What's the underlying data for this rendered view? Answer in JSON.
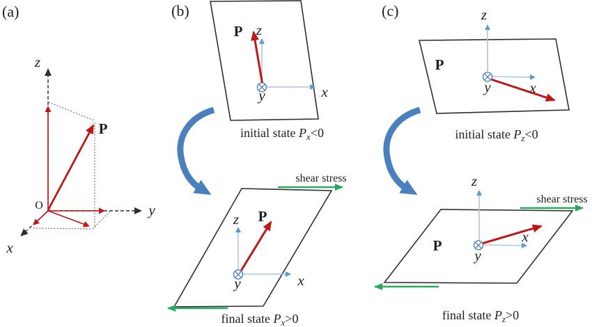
{
  "colors": {
    "red": "#c01616",
    "axis_blue": "#a9c7e8",
    "arrow_blue": "#5b9bd5",
    "symbol_blue": "#3f76bc",
    "curve_blue": "#4a80bd",
    "green": "#27ab5a",
    "outline": "#2e2e2e",
    "text": "#1f1f1f"
  },
  "figure": {
    "panel_a": {
      "tag": "(a)",
      "origin": "O",
      "axis_x": "x",
      "axis_y": "y",
      "axis_z": "z",
      "vector": "P"
    },
    "panel_b": {
      "tag": "(b)",
      "axis_x": "x",
      "axis_y": "y",
      "axis_z": "z",
      "vector": "P",
      "shear_label": "shear stress",
      "initial_caption": {
        "text": "initial state ",
        "symbol": "P",
        "subscript": "x",
        "relation": "<0"
      },
      "final_caption": {
        "text": "final state ",
        "symbol": "P",
        "subscript": "x",
        "relation": ">0"
      }
    },
    "panel_c": {
      "tag": "(c)",
      "axis_x": "x",
      "axis_y": "y",
      "axis_z": "z",
      "vector": "P",
      "shear_label": "shear stress",
      "initial_caption": {
        "text": "initial state ",
        "symbol": "P",
        "subscript": "z",
        "relation": "<0"
      },
      "final_caption": {
        "text": "final state ",
        "symbol": "P",
        "subscript": "z",
        "relation": ">0"
      }
    }
  }
}
